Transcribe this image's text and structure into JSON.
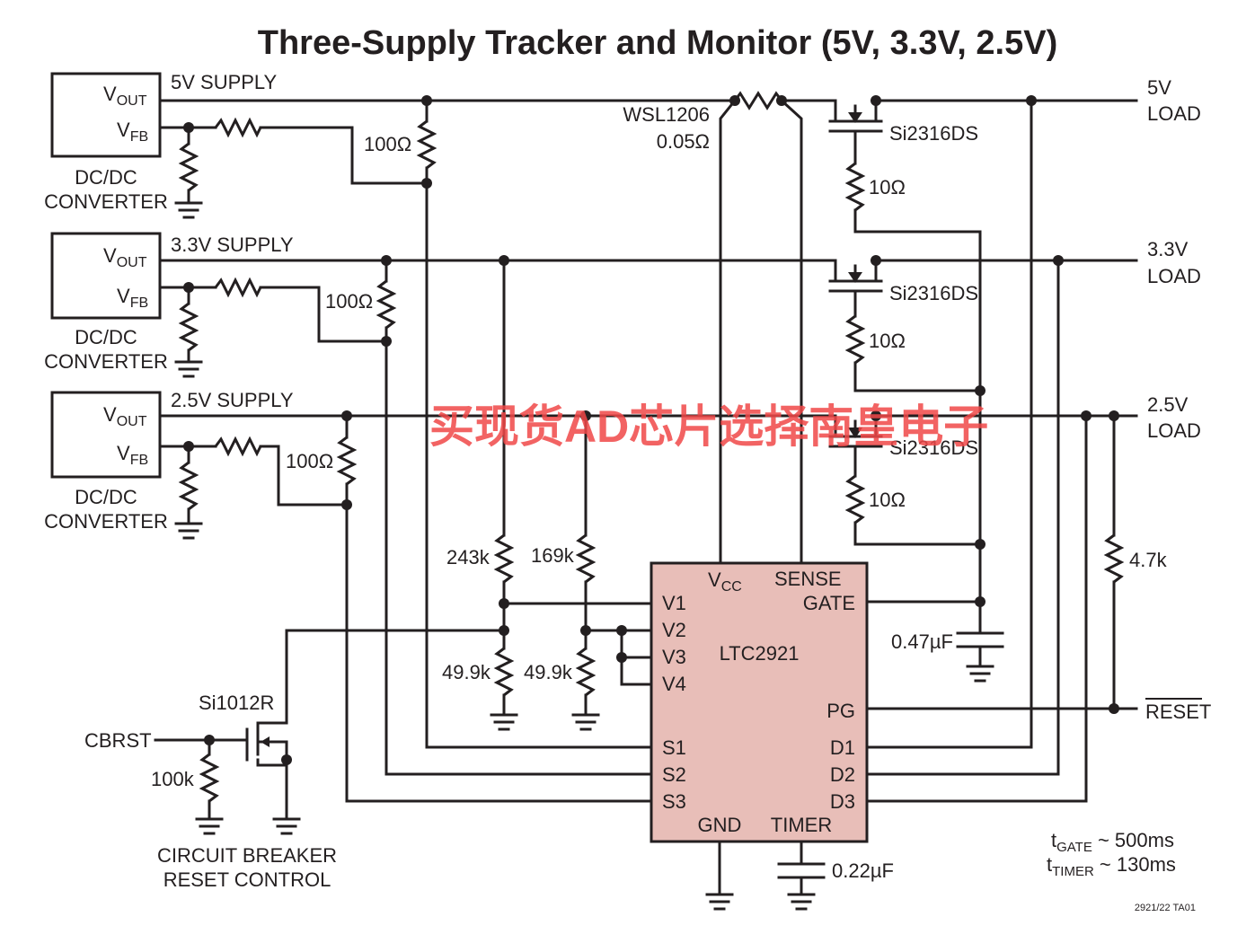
{
  "title": "Three-Supply Tracker and Monitor (5V, 3.3V, 2.5V)",
  "watermark": "买现货AD芯片选择南皇电子",
  "converters": [
    {
      "vout_main": "V",
      "vout_sub": "OUT",
      "vfb_main": "V",
      "vfb_sub": "FB",
      "line1": "DC/DC",
      "line2": "CONVERTER",
      "supply": "5V SUPPLY"
    },
    {
      "vout_main": "V",
      "vout_sub": "OUT",
      "vfb_main": "V",
      "vfb_sub": "FB",
      "line1": "DC/DC",
      "line2": "CONVERTER",
      "supply": "3.3V SUPPLY"
    },
    {
      "vout_main": "V",
      "vout_sub": "OUT",
      "vfb_main": "V",
      "vfb_sub": "FB",
      "line1": "DC/DC",
      "line2": "CONVERTER",
      "supply": "2.5V SUPPLY"
    }
  ],
  "resistors": {
    "r100_1": "100Ω",
    "r100_2": "100Ω",
    "r100_3": "100Ω",
    "r243k": "243k",
    "r169k": "169k",
    "r49k_1": "49.9k",
    "r49k_2": "49.9k",
    "r10_1": "10Ω",
    "r10_2": "10Ω",
    "r10_3": "10Ω",
    "r4k7": "4.7k",
    "r100k": "100k"
  },
  "sense_resistor": {
    "part": "WSL1206",
    "value": "0.05Ω"
  },
  "mosfets": {
    "m1": "Si2316DS",
    "m2": "Si2316DS",
    "m3": "Si2316DS",
    "small": "Si1012R"
  },
  "loads": [
    {
      "line1": "5V",
      "line2": "LOAD"
    },
    {
      "line1": "3.3V",
      "line2": "LOAD"
    },
    {
      "line1": "2.5V",
      "line2": "LOAD"
    }
  ],
  "ic": {
    "name": "LTC2921",
    "vcc_main": "V",
    "vcc_sub": "CC",
    "sense": "SENSE",
    "gate": "GATE",
    "v1": "V1",
    "v2": "V2",
    "v3": "V3",
    "v4": "V4",
    "pg": "PG",
    "s1": "S1",
    "s2": "S2",
    "s3": "S3",
    "d1": "D1",
    "d2": "D2",
    "d3": "D3",
    "gnd": "GND",
    "timer": "TIMER"
  },
  "capacitors": {
    "c_gate": "0.47µF",
    "c_timer": "0.22µF"
  },
  "reset_label": "RESET",
  "cbrst": "CBRST",
  "cb_line1": "CIRCUIT BREAKER",
  "cb_line2": "RESET CONTROL",
  "timing": {
    "t1_main": "t",
    "t1_sub": "GATE",
    "t1_val": " ~ 500ms",
    "t2_main": "t",
    "t2_sub": "TIMER",
    "t2_val": " ~ 130ms"
  },
  "figure_id": "2921/22 TA01"
}
